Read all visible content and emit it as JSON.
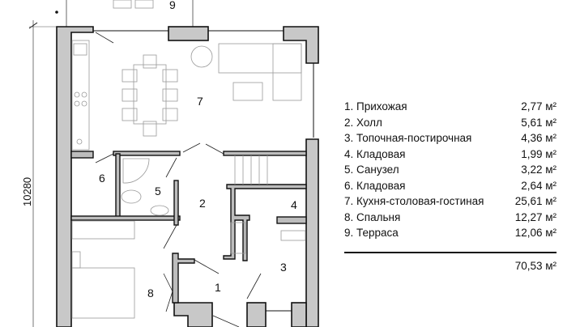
{
  "plan": {
    "dimension_label": "10280",
    "room_numbers": [
      "1",
      "2",
      "3",
      "4",
      "5",
      "6",
      "7",
      "8",
      "9"
    ]
  },
  "legend": {
    "rooms": [
      {
        "name": "1. Прихожая",
        "area": "2,77 м²"
      },
      {
        "name": "2. Холл",
        "area": "5,61 м²"
      },
      {
        "name": "3. Топочная-постирочная",
        "area": "4,36 м²"
      },
      {
        "name": "4. Кладовая",
        "area": "1,99 м²"
      },
      {
        "name": "5. Санузел",
        "area": "3,22 м²"
      },
      {
        "name": "6. Кладовая",
        "area": "2,64 м²"
      },
      {
        "name": "7. Кухня-столовая-гостиная",
        "area": "25,61 м²"
      },
      {
        "name": "8. Спальня",
        "area": "12,27 м²"
      },
      {
        "name": "9. Терраса",
        "area": "12,06 м²"
      }
    ],
    "total": "70,53 м²"
  }
}
